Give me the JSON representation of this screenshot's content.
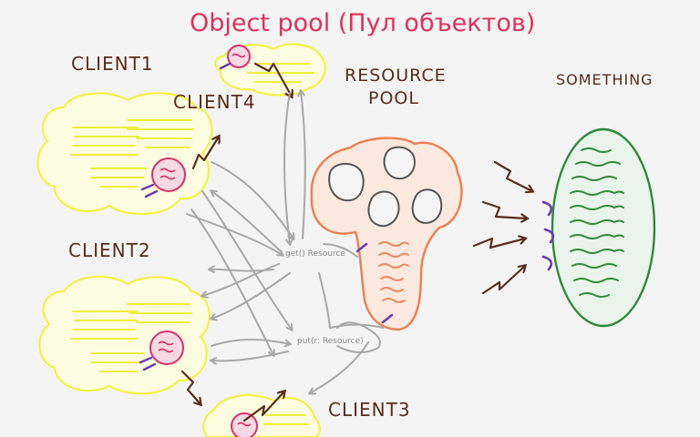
{
  "title": "Object pool (Пул объектов)",
  "labels": {
    "client1": "CLIENT1",
    "client2": "CLIENT2",
    "client3": "CLIENT3",
    "client4": "CLIENT4",
    "resource_pool_line1": "RESOURCE",
    "resource_pool_line2": "POOL",
    "something": "SOMETHING"
  },
  "methods": {
    "get": "get() Resource",
    "put": "put(r: Resource)"
  },
  "colors": {
    "background": "#f4f4f4",
    "title": "#e0305a",
    "labels": "#5a2d1a",
    "client": "#f2f238",
    "resource_pool": "#ee7f4e",
    "something": "#2f8a3a",
    "resource": "#d8306a",
    "handle": "#6a3cb0",
    "arrows": "#a8a8a8"
  }
}
